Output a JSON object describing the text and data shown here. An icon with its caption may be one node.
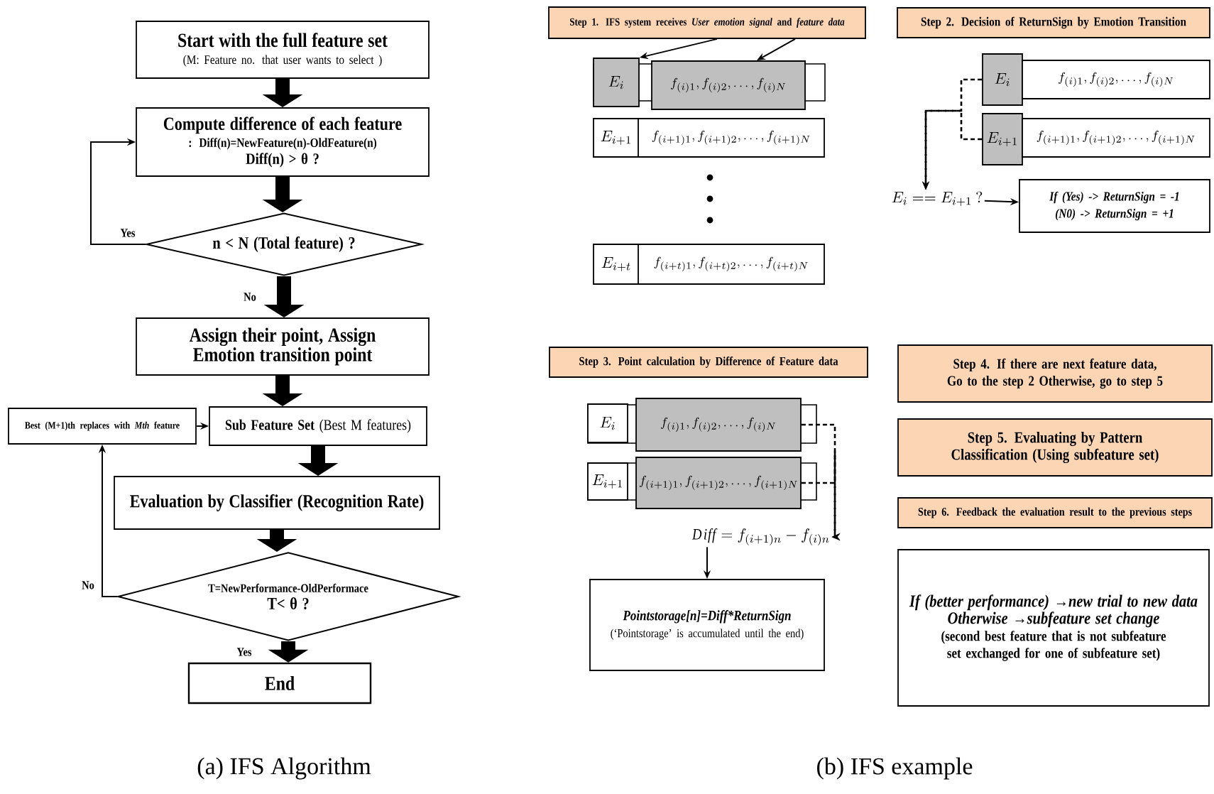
{
  "diagram": {
    "nodes": [
      {
        "text": [
          "Start with the full feature set",
          "(M: Feature no. that user wants to select )"
        ]
      },
      {
        "text": [
          "Compute difference of each feature",
          ": Diff(n)=NewFeature(n)-OldFeature(n)",
          "Diff(n) > θ ?"
        ]
      },
      {
        "text": [
          "n < N (Total feature) ?"
        ]
      },
      {
        "text": [
          "Assign their point, Assign Emotion transition point"
        ]
      },
      {
        "text": [
          "**Sub Feature Set** (Best M features)"
        ]
      },
      {
        "text": [
          "Best (M+1)th replaces with *Mth* feature"
        ]
      },
      {
        "text": [
          "Evaluation by Classifier (Recognition Rate)"
        ]
      },
      {
        "text": [
          "T=NewPerformance-OldPerformace",
          "T< θ ?"
        ]
      },
      {
        "text": [
          "End"
        ]
      },
      {
        "text": [
          "Step 1. IFS system receives *User emotion signal* and *feature data*"
        ]
      },
      {
        "text": [
          "E_{i}"
        ]
      },
      {
        "text": [
          "f_{(i)1}, f_{(i)2}, \\dots, f_{(i)N}"
        ]
      },
      {
        "text": [
          "E_{i+1}"
        ]
      },
      {
        "text": [
          "f_{(i+1)1}, f_{(i+1)2}, \\dots, f_{(i+1)N}"
        ]
      },
      {
        "text": [
          "E_{i+t}"
        ]
      },
      {
        "text": [
          "f_{(i+t)1}, f_{(i+t)2}, \\dots, f_{(i+t)N}"
        ]
      },
      {
        "text": [
          "Step 2. Decision of ReturnSign by Emotion Transition"
        ]
      },
      {
        "text": [
          "E_{i}"
        ]
      },
      {
        "text": [
          "f_{(i)1}, f_{(i)2}, \\dots, f_{(i)N}"
        ]
      },
      {
        "text": [
          "E_{i+1}"
        ]
      },
      {
        "text": [
          "f_{(i+1)1}, f_{(i+1)2}, \\dots, f_{(i+1)N}"
        ]
      },
      {
        "text": [
          "E_{i} == E_{i+1}\\ ?"
        ]
      },
      {
        "text": [
          "If (Yes) -> ReturnSign = -1",
          "(N0) -> ReturnSign = +1"
        ]
      },
      {
        "text": [
          "Step 3. Point calculation by Difference of Feature data"
        ]
      },
      {
        "text": [
          "E_{i}"
        ]
      },
      {
        "text": [
          "f_{(i)1}, f_{(i)2}, \\dots, f_{(i)N}"
        ]
      },
      {
        "text": [
          "E_{i+1}"
        ]
      },
      {
        "text": [
          "f_{(i+1)1}, f_{(i+1)2}, \\dots, f_{(i+1)N}"
        ]
      },
      {
        "text": [
          "\\mathit{Diff} = f_{(i+1)n} - f_{(i)n}"
        ]
      },
      {
        "text": [
          "Pointstorage[n]=Diff*ReturnSign",
          "(‘Pointstorage’ is accumulated until the end)"
        ]
      },
      {
        "text": [
          "Step 4. If there are next feature data, Go to the step 2 Otherwise, go to step 5"
        ]
      },
      {
        "text": [
          "Step 5. Evaluating by Pattern Classification (Using subfeature set)"
        ]
      },
      {
        "text": [
          "Step 6. Feedback the evaluation result to the previous steps"
        ]
      },
      {
        "text": [
          "If (better performance) →new trial to new data",
          "Otherwise →subfeature set change",
          "(second best feature that is not subfeature set exchanged for one of subfeature set)"
        ]
      }
    ],
    "edges": [
      {
        "from": 0,
        "to": 1,
        "arrow": "to",
        "style": "thick"
      },
      {
        "from": 1,
        "to": 2,
        "arrow": "to",
        "style": "thick"
      },
      {
        "from": 2,
        "to": 3,
        "arrow": "to",
        "style": "thick",
        "label": "No"
      },
      {
        "from": 3,
        "to": 4,
        "arrow": "to",
        "style": "thick"
      },
      {
        "from": 4,
        "to": 6,
        "arrow": "to",
        "style": "thick"
      },
      {
        "from": 6,
        "to": 7,
        "arrow": "to",
        "style": "thick"
      },
      {
        "from": 7,
        "to": 8,
        "arrow": "to",
        "style": "thick",
        "label": "Yes"
      },
      {
        "from": 2,
        "to": 1,
        "arrow": "to",
        "label": "Yes"
      },
      {
        "from": 7,
        "to": 5,
        "arrow": "to",
        "label": "No"
      },
      {
        "from": 5,
        "to": 4,
        "arrow": "to"
      },
      {
        "from": 9,
        "to": 10,
        "arrow": "to"
      },
      {
        "from": 9,
        "to": 11,
        "arrow": "to"
      },
      {
        "from": 17,
        "to": 21,
        "arrow": "to",
        "style": "dashed"
      },
      {
        "from": 19,
        "to": 21,
        "arrow": "to",
        "style": "dashed"
      },
      {
        "from": 21,
        "to": 22,
        "arrow": "to"
      },
      {
        "from": 25,
        "to": 28,
        "arrow": "to",
        "style": "dashed"
      },
      {
        "from": 27,
        "to": 28,
        "arrow": "to",
        "style": "dashed"
      },
      {
        "from": 28,
        "to": 29,
        "arrow": "to"
      }
    ],
    "labels": [
      "(a) IFS Algorithm",
      "(b) IFS example"
    ]
  }
}
